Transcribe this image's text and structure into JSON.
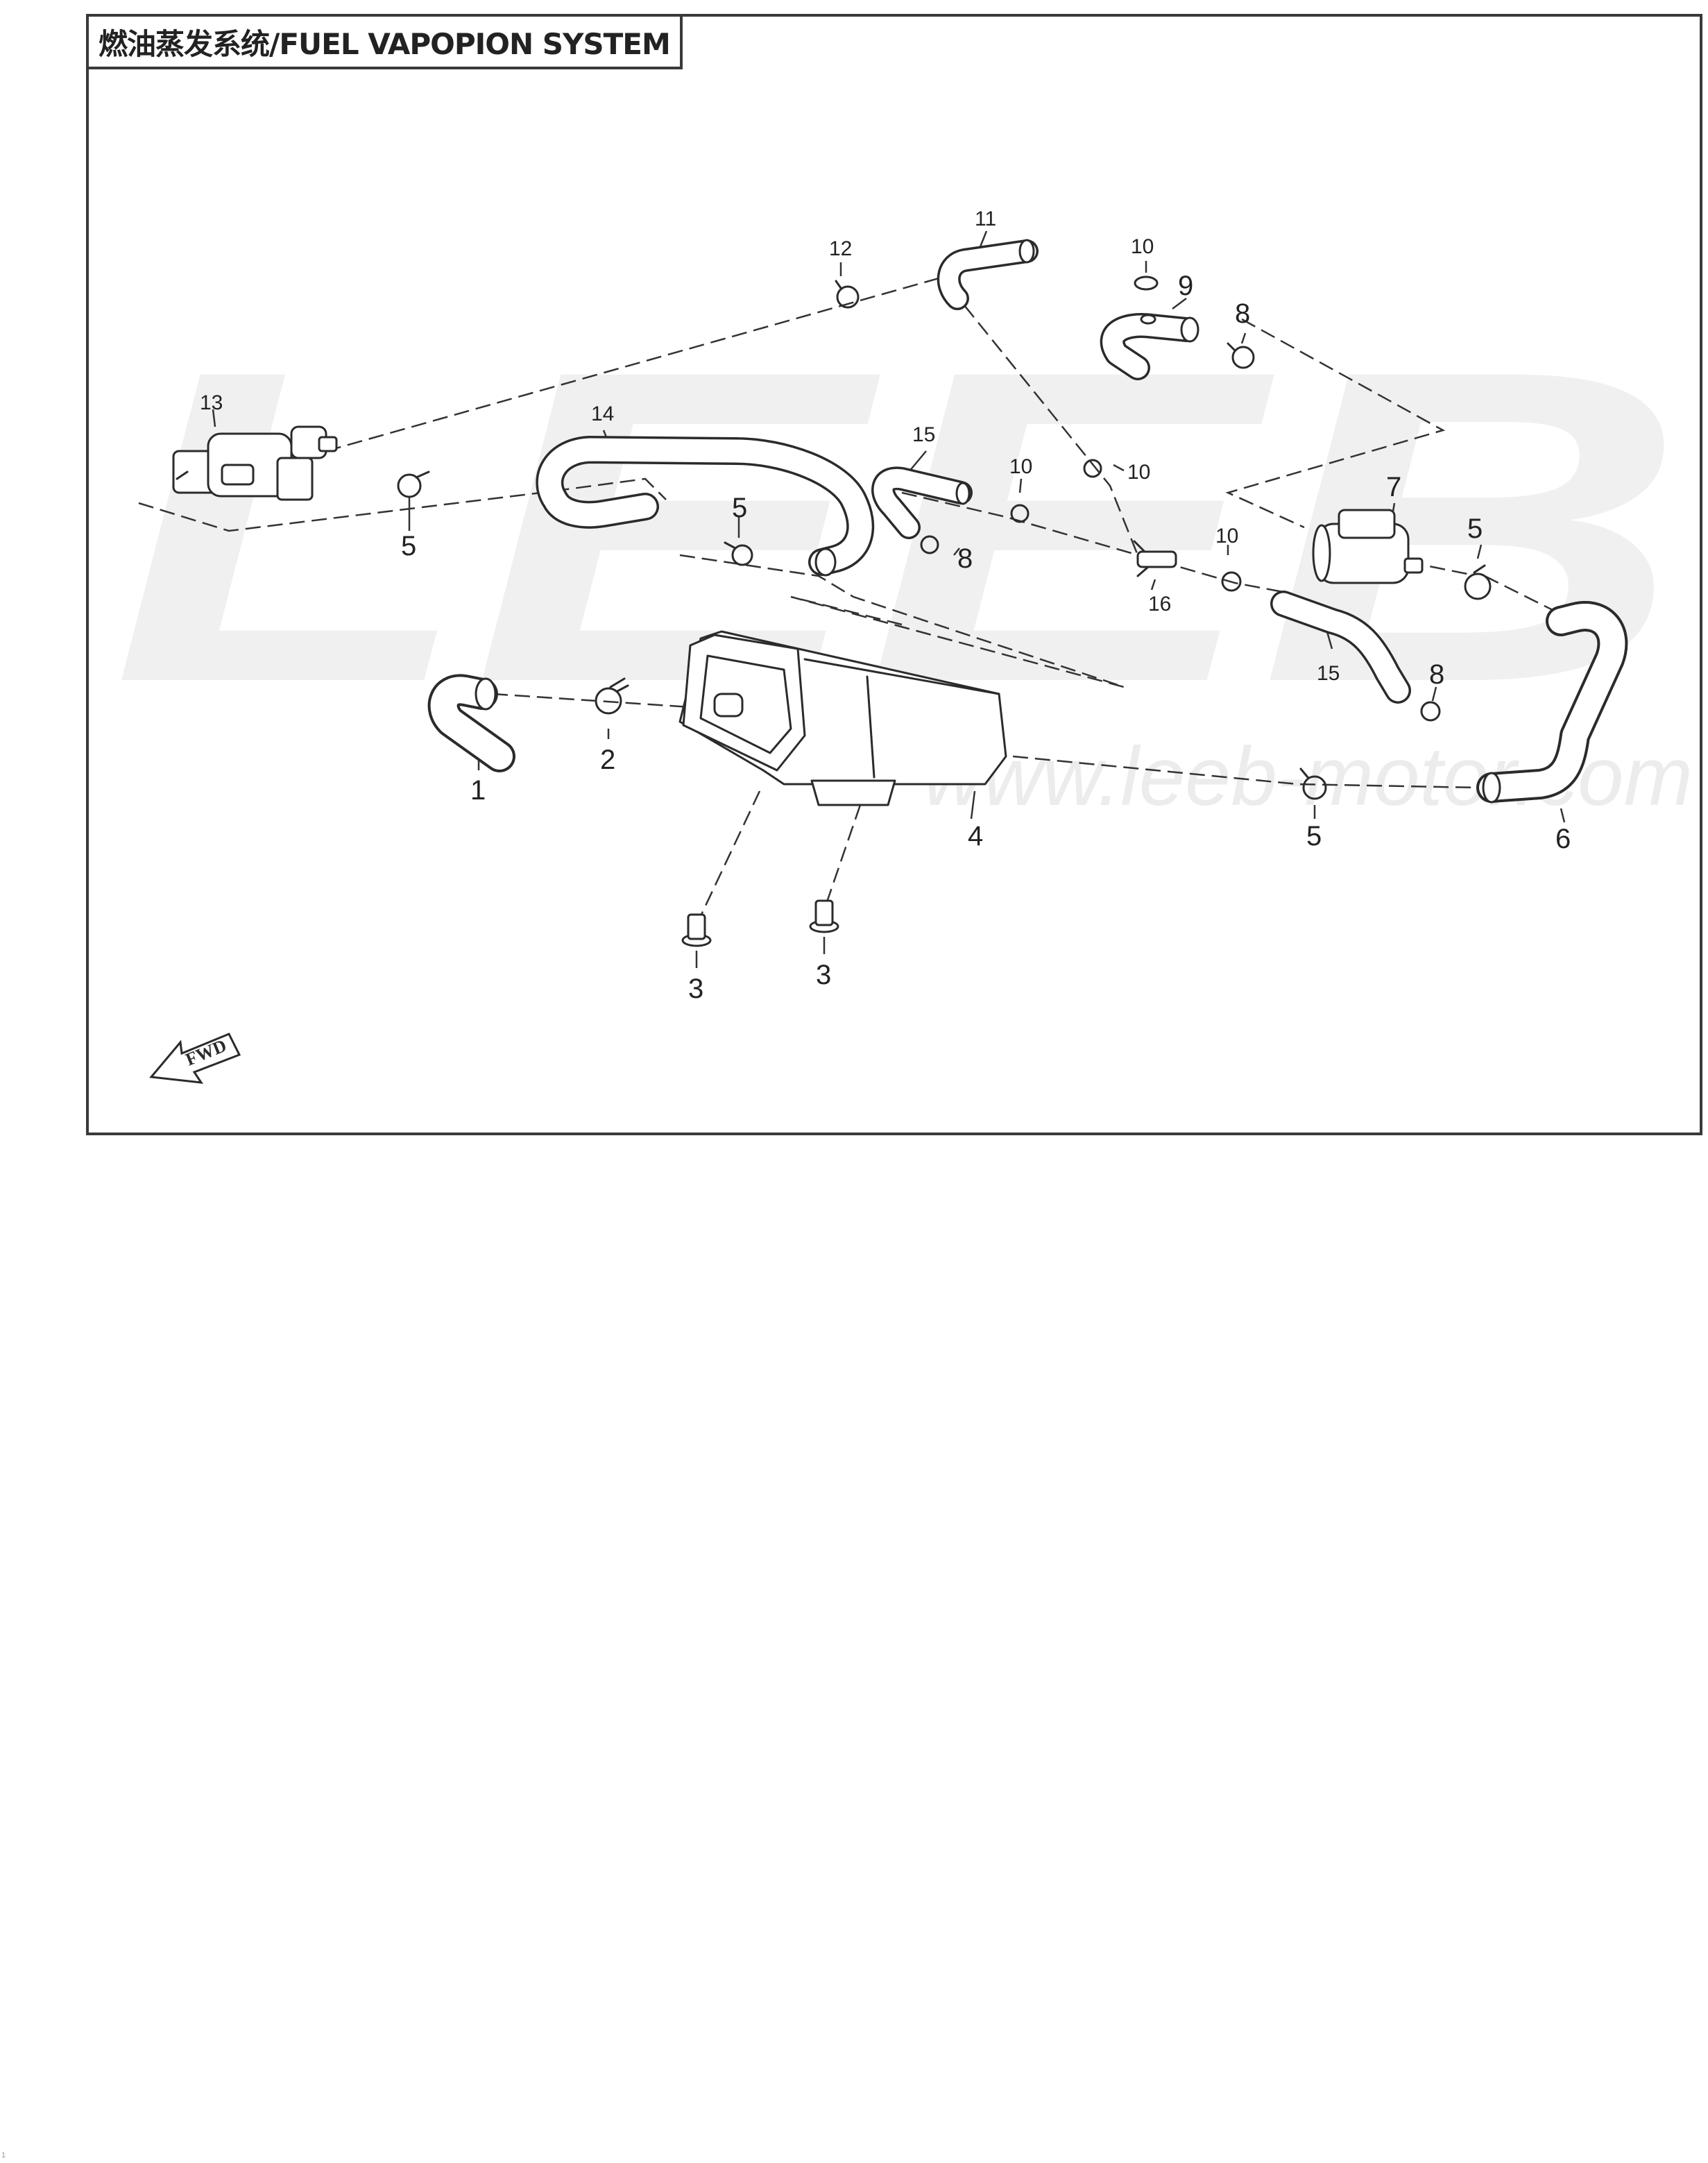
{
  "title": "燃油蒸发系统/FUEL VAPOPION SYSTEM",
  "watermark": {
    "brand": "LEEB",
    "url": "www.leeb-motor.com"
  },
  "fwd_label": "FWD",
  "page_number": "1",
  "callouts": {
    "c1": "1",
    "c2": "2",
    "c3a": "3",
    "c3b": "3",
    "c4": "4",
    "c5a": "5",
    "c5b": "5",
    "c5c": "5",
    "c5d": "5",
    "c6": "6",
    "c7": "7",
    "c8a": "8",
    "c8b": "8",
    "c8c": "8",
    "c9": "9",
    "c10a": "10",
    "c10b": "10",
    "c10c": "10",
    "c10d": "10",
    "c11": "11",
    "c12": "12",
    "c13": "13",
    "c14": "14",
    "c15a": "15",
    "c15b": "15",
    "c16": "16"
  },
  "colors": {
    "line": "#2b2b2b",
    "part_fill": "#ffffff",
    "watermark": "#efefef",
    "frame": "#3a3a3a"
  }
}
